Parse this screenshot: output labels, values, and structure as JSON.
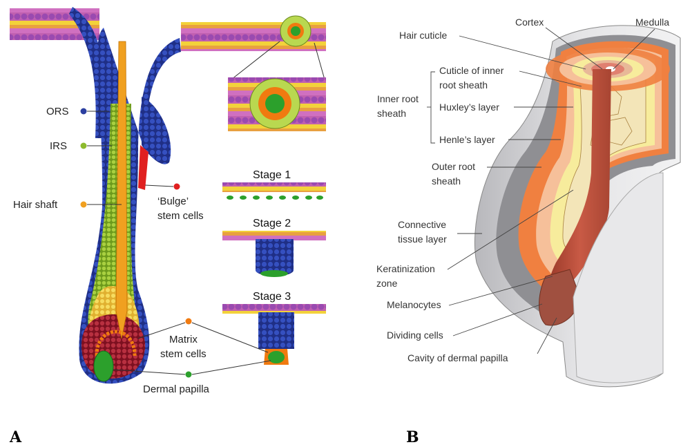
{
  "panel_a": {
    "letter": "A",
    "labels": {
      "ors": "ORS",
      "irs": "IRS",
      "hair_shaft": "Hair shaft",
      "bulge_line1": "‘Bulge’",
      "bulge_line2": "stem cells",
      "matrix_line1": "Matrix",
      "matrix_line2": "stem cells",
      "dermal_papilla": "Dermal papilla"
    },
    "stages": [
      "Stage 1",
      "Stage 2",
      "Stage 3"
    ],
    "colors": {
      "ors": "#2b3fa0",
      "irs": "#8dbb2d",
      "hair_shaft": "#f0a020",
      "bulge": "#e02020",
      "matrix": "#f07a10",
      "dermal_papilla": "#2ca02c"
    }
  },
  "panel_b": {
    "letter": "B",
    "labels": {
      "cortex": "Cortex",
      "medulla": "Medulla",
      "hair_cuticle": "Hair cuticle",
      "cuticle_irs_1": "Cuticle of inner",
      "cuticle_irs_2": "root sheath",
      "inner_root_1": "Inner root",
      "inner_root_2": "sheath",
      "huxley": "Huxley’s layer",
      "henle": "Henle’s layer",
      "outer_root_1": "Outer root",
      "outer_root_2": "sheath",
      "connective_1": "Connective",
      "connective_2": "tissue layer",
      "keratin_1": "Keratinization",
      "keratin_2": "zone",
      "melanocytes": "Melanocytes",
      "dividing": "Dividing cells",
      "cavity": "Cavity of dermal papilla"
    }
  }
}
